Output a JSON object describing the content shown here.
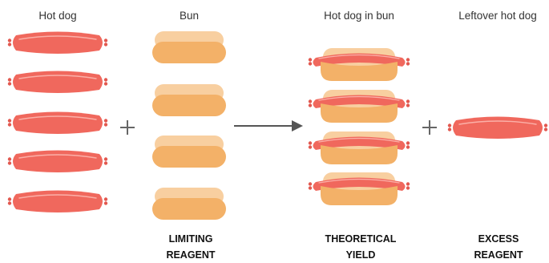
{
  "columns": {
    "hot_dog": {
      "label": "Hot dog",
      "count": 5
    },
    "bun": {
      "label": "Bun",
      "count": 4,
      "caption": [
        "LIMITING",
        "REAGENT"
      ]
    },
    "hot_dog_in_bun": {
      "label": "Hot dog in bun",
      "count": 4,
      "caption": [
        "THEORETICAL",
        "YIELD"
      ]
    },
    "leftover_hot_dog": {
      "label": "Leftover hot dog",
      "count": 1,
      "caption": [
        "EXCESS",
        "REAGENT"
      ]
    }
  },
  "operators": {
    "plus_1": "+",
    "plus_2": "+"
  },
  "colors": {
    "sausage": "#f0685d",
    "sausage_stripe": "#fbb0a8",
    "sausage_tip": "#e2584f",
    "bun_top": "#f8cfa0",
    "bun_bottom": "#f3b168",
    "arrow": "#555555",
    "operator": "#666666"
  }
}
